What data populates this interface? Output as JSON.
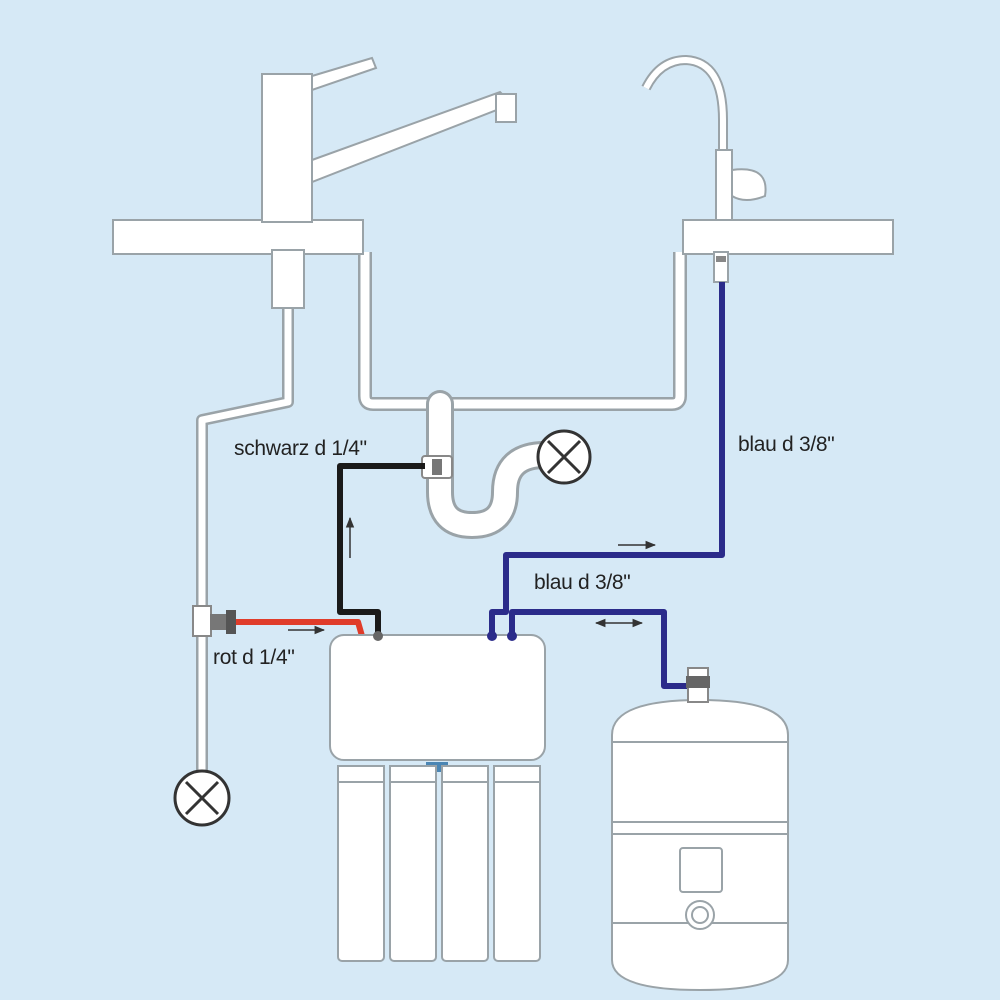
{
  "labels": {
    "drain_line": "schwarz d 1/4\"",
    "faucet_line": "blau d 3/8\"",
    "tank_line": "blau d 3/8\"",
    "feed_line": "rot d 1/4\""
  },
  "colors": {
    "background": "#d6e9f6",
    "outline": "#9aa3a8",
    "fill": "#ffffff",
    "drain_line": "#1a1a1a",
    "faucet_line": "#2b2b8a",
    "feed_line": "#e03c2a"
  }
}
